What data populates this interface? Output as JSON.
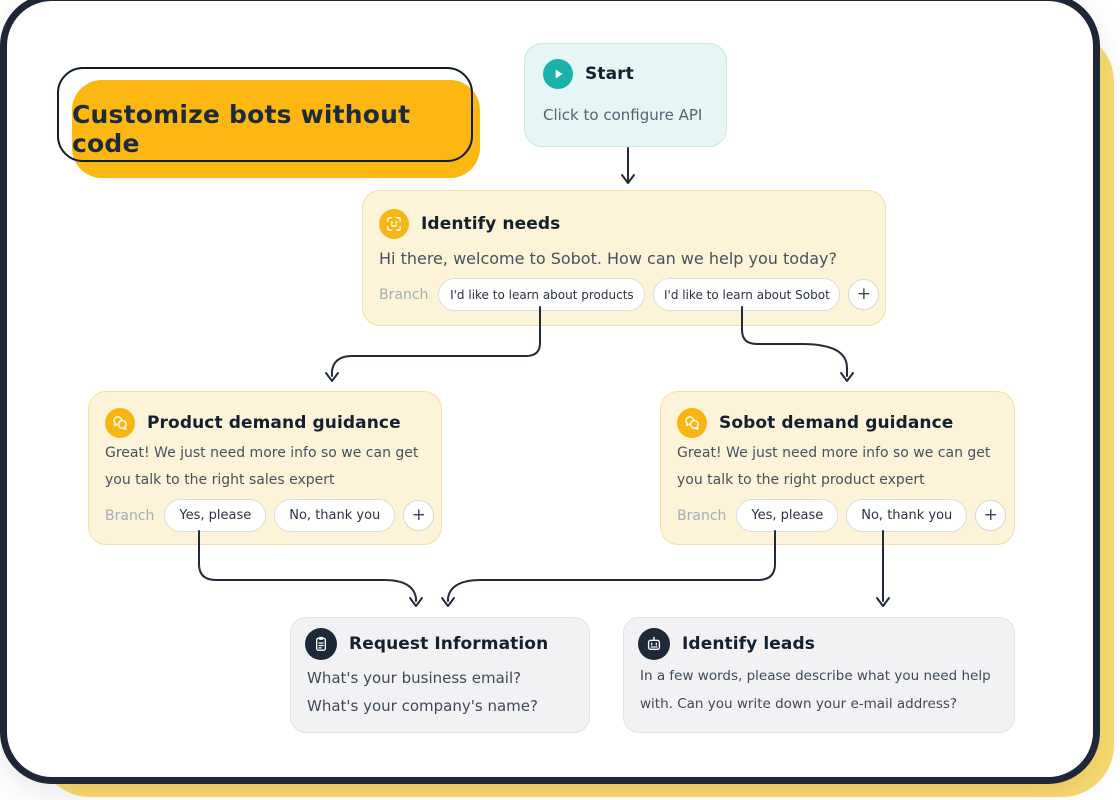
{
  "badge": {
    "label": "Customize bots without code"
  },
  "nodes": {
    "start": {
      "icon": "play-icon",
      "title": "Start",
      "subtitle": "Click to configure API"
    },
    "identify_needs": {
      "icon": "face-scan-icon",
      "title": "Identify needs",
      "message": "Hi there, welcome to Sobot. How can we help you today?",
      "branch_label": "Branch",
      "branches": [
        "I'd like to learn about products",
        "I'd like to learn about Sobot"
      ],
      "add_label": "+"
    },
    "product_guidance": {
      "icon": "chat-bubbles-icon",
      "title": "Product demand guidance",
      "lines": [
        "Great! We just need more info so we can get",
        "you talk to the right sales expert"
      ],
      "branch_label": "Branch",
      "branches": [
        "Yes, please",
        "No, thank you"
      ],
      "add_label": "+"
    },
    "sobot_guidance": {
      "icon": "chat-bubbles-icon",
      "title": "Sobot demand guidance",
      "lines": [
        "Great! We just need more info so we can get",
        "you talk to the right product expert"
      ],
      "branch_label": "Branch",
      "branches": [
        "Yes, please",
        "No, thank you"
      ],
      "add_label": "+"
    },
    "request_information": {
      "icon": "clipboard-icon",
      "title": "Request Information",
      "lines": [
        "What's your business email?",
        "What's your company's name?"
      ]
    },
    "identify_leads": {
      "icon": "robot-icon",
      "title": "Identify leads",
      "lines": [
        "In a few words, please describe what you need help",
        "with. Can you write down your e-mail address?"
      ]
    }
  },
  "colors": {
    "accent_yellow": "#FCB712",
    "back_yellow": "#FADA6E",
    "teal": "#18B2AB",
    "navy": "#1D2939",
    "cream_card": "#FCF3D8",
    "outline_navy": "#1E2637"
  }
}
